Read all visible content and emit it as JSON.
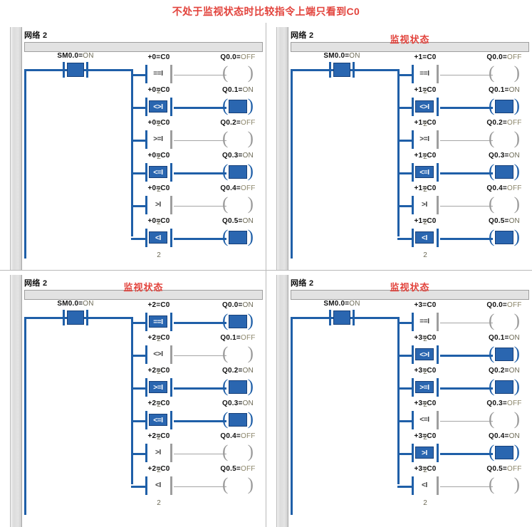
{
  "caption": "不处于监视状态时比较指令上端只看到C0",
  "colors": {
    "accent_red": "#e2433c",
    "rail_blue": "#1f5fa8",
    "fill_blue": "#2a66b0",
    "off_gray": "#9e9e9e",
    "status_text": "#6d6a56"
  },
  "labels": {
    "network": "网络 2",
    "monitor": "监视状态",
    "enable_contact": "SM0.0=ON",
    "compare_bottom_operand": "2"
  },
  "panels": [
    {
      "id": "panel-top-left",
      "network": "网络 2",
      "monitor_title": "",
      "enable_contact": {
        "label": "SM0.0=ON",
        "state": "on"
      },
      "rungs": [
        {
          "operand_top": "+0=C0",
          "operand_bottom": "2",
          "op": "==I",
          "cmp_state": "off",
          "coil": "Q0.0=OFF",
          "coil_state": "off"
        },
        {
          "operand_top": "+0=C0",
          "operand_bottom": "2",
          "op": "<>I",
          "cmp_state": "on",
          "coil": "Q0.1=ON",
          "coil_state": "on"
        },
        {
          "operand_top": "+0=C0",
          "operand_bottom": "2",
          "op": ">=I",
          "cmp_state": "off",
          "coil": "Q0.2=OFF",
          "coil_state": "off"
        },
        {
          "operand_top": "+0=C0",
          "operand_bottom": "2",
          "op": "<=I",
          "cmp_state": "on",
          "coil": "Q0.3=ON",
          "coil_state": "on"
        },
        {
          "operand_top": "+0=C0",
          "operand_bottom": "2",
          "op": ">I",
          "cmp_state": "off",
          "coil": "Q0.4=OFF",
          "coil_state": "off"
        },
        {
          "operand_top": "+0=C0",
          "operand_bottom": "2",
          "op": "<I",
          "cmp_state": "on",
          "coil": "Q0.5=ON",
          "coil_state": "on"
        }
      ]
    },
    {
      "id": "panel-top-right",
      "network": "网络 2",
      "monitor_title": "监视状态",
      "enable_contact": {
        "label": "SM0.0=ON",
        "state": "on"
      },
      "rungs": [
        {
          "operand_top": "+1=C0",
          "operand_bottom": "2",
          "op": "==I",
          "cmp_state": "off",
          "coil": "Q0.0=OFF",
          "coil_state": "off"
        },
        {
          "operand_top": "+1=C0",
          "operand_bottom": "2",
          "op": "<>I",
          "cmp_state": "on",
          "coil": "Q0.1=ON",
          "coil_state": "on"
        },
        {
          "operand_top": "+1=C0",
          "operand_bottom": "2",
          "op": ">=I",
          "cmp_state": "off",
          "coil": "Q0.2=OFF",
          "coil_state": "off"
        },
        {
          "operand_top": "+1=C0",
          "operand_bottom": "2",
          "op": "<=I",
          "cmp_state": "on",
          "coil": "Q0.3=ON",
          "coil_state": "on"
        },
        {
          "operand_top": "+1=C0",
          "operand_bottom": "2",
          "op": ">I",
          "cmp_state": "off",
          "coil": "Q0.4=OFF",
          "coil_state": "off"
        },
        {
          "operand_top": "+1=C0",
          "operand_bottom": "2",
          "op": "<I",
          "cmp_state": "on",
          "coil": "Q0.5=ON",
          "coil_state": "on"
        }
      ]
    },
    {
      "id": "panel-bottom-left",
      "network": "网络 2",
      "monitor_title": "监视状态",
      "enable_contact": {
        "label": "SM0.0=ON",
        "state": "on"
      },
      "rungs": [
        {
          "operand_top": "+2=C0",
          "operand_bottom": "2",
          "op": "==I",
          "cmp_state": "on",
          "coil": "Q0.0=ON",
          "coil_state": "on"
        },
        {
          "operand_top": "+2=C0",
          "operand_bottom": "2",
          "op": "<>I",
          "cmp_state": "off",
          "coil": "Q0.1=OFF",
          "coil_state": "off"
        },
        {
          "operand_top": "+2=C0",
          "operand_bottom": "2",
          "op": ">=I",
          "cmp_state": "on",
          "coil": "Q0.2=ON",
          "coil_state": "on"
        },
        {
          "operand_top": "+2=C0",
          "operand_bottom": "2",
          "op": "<=I",
          "cmp_state": "on",
          "coil": "Q0.3=ON",
          "coil_state": "on"
        },
        {
          "operand_top": "+2=C0",
          "operand_bottom": "2",
          "op": ">I",
          "cmp_state": "off",
          "coil": "Q0.4=OFF",
          "coil_state": "off"
        },
        {
          "operand_top": "+2=C0",
          "operand_bottom": "2",
          "op": "<I",
          "cmp_state": "off",
          "coil": "Q0.5=OFF",
          "coil_state": "off"
        }
      ]
    },
    {
      "id": "panel-bottom-right",
      "network": "网络 2",
      "monitor_title": "监视状态",
      "enable_contact": {
        "label": "SM0.0=ON",
        "state": "on"
      },
      "rungs": [
        {
          "operand_top": "+3=C0",
          "operand_bottom": "2",
          "op": "==I",
          "cmp_state": "off",
          "coil": "Q0.0=OFF",
          "coil_state": "off"
        },
        {
          "operand_top": "+3=C0",
          "operand_bottom": "2",
          "op": "<>I",
          "cmp_state": "on",
          "coil": "Q0.1=ON",
          "coil_state": "on"
        },
        {
          "operand_top": "+3=C0",
          "operand_bottom": "2",
          "op": ">=I",
          "cmp_state": "on",
          "coil": "Q0.2=ON",
          "coil_state": "on"
        },
        {
          "operand_top": "+3=C0",
          "operand_bottom": "2",
          "op": "<=I",
          "cmp_state": "off",
          "coil": "Q0.3=OFF",
          "coil_state": "off"
        },
        {
          "operand_top": "+3=C0",
          "operand_bottom": "2",
          "op": ">I",
          "cmp_state": "on",
          "coil": "Q0.4=ON",
          "coil_state": "on"
        },
        {
          "operand_top": "+3=C0",
          "operand_bottom": "2",
          "op": "<I",
          "cmp_state": "off",
          "coil": "Q0.5=OFF",
          "coil_state": "off"
        }
      ]
    }
  ]
}
